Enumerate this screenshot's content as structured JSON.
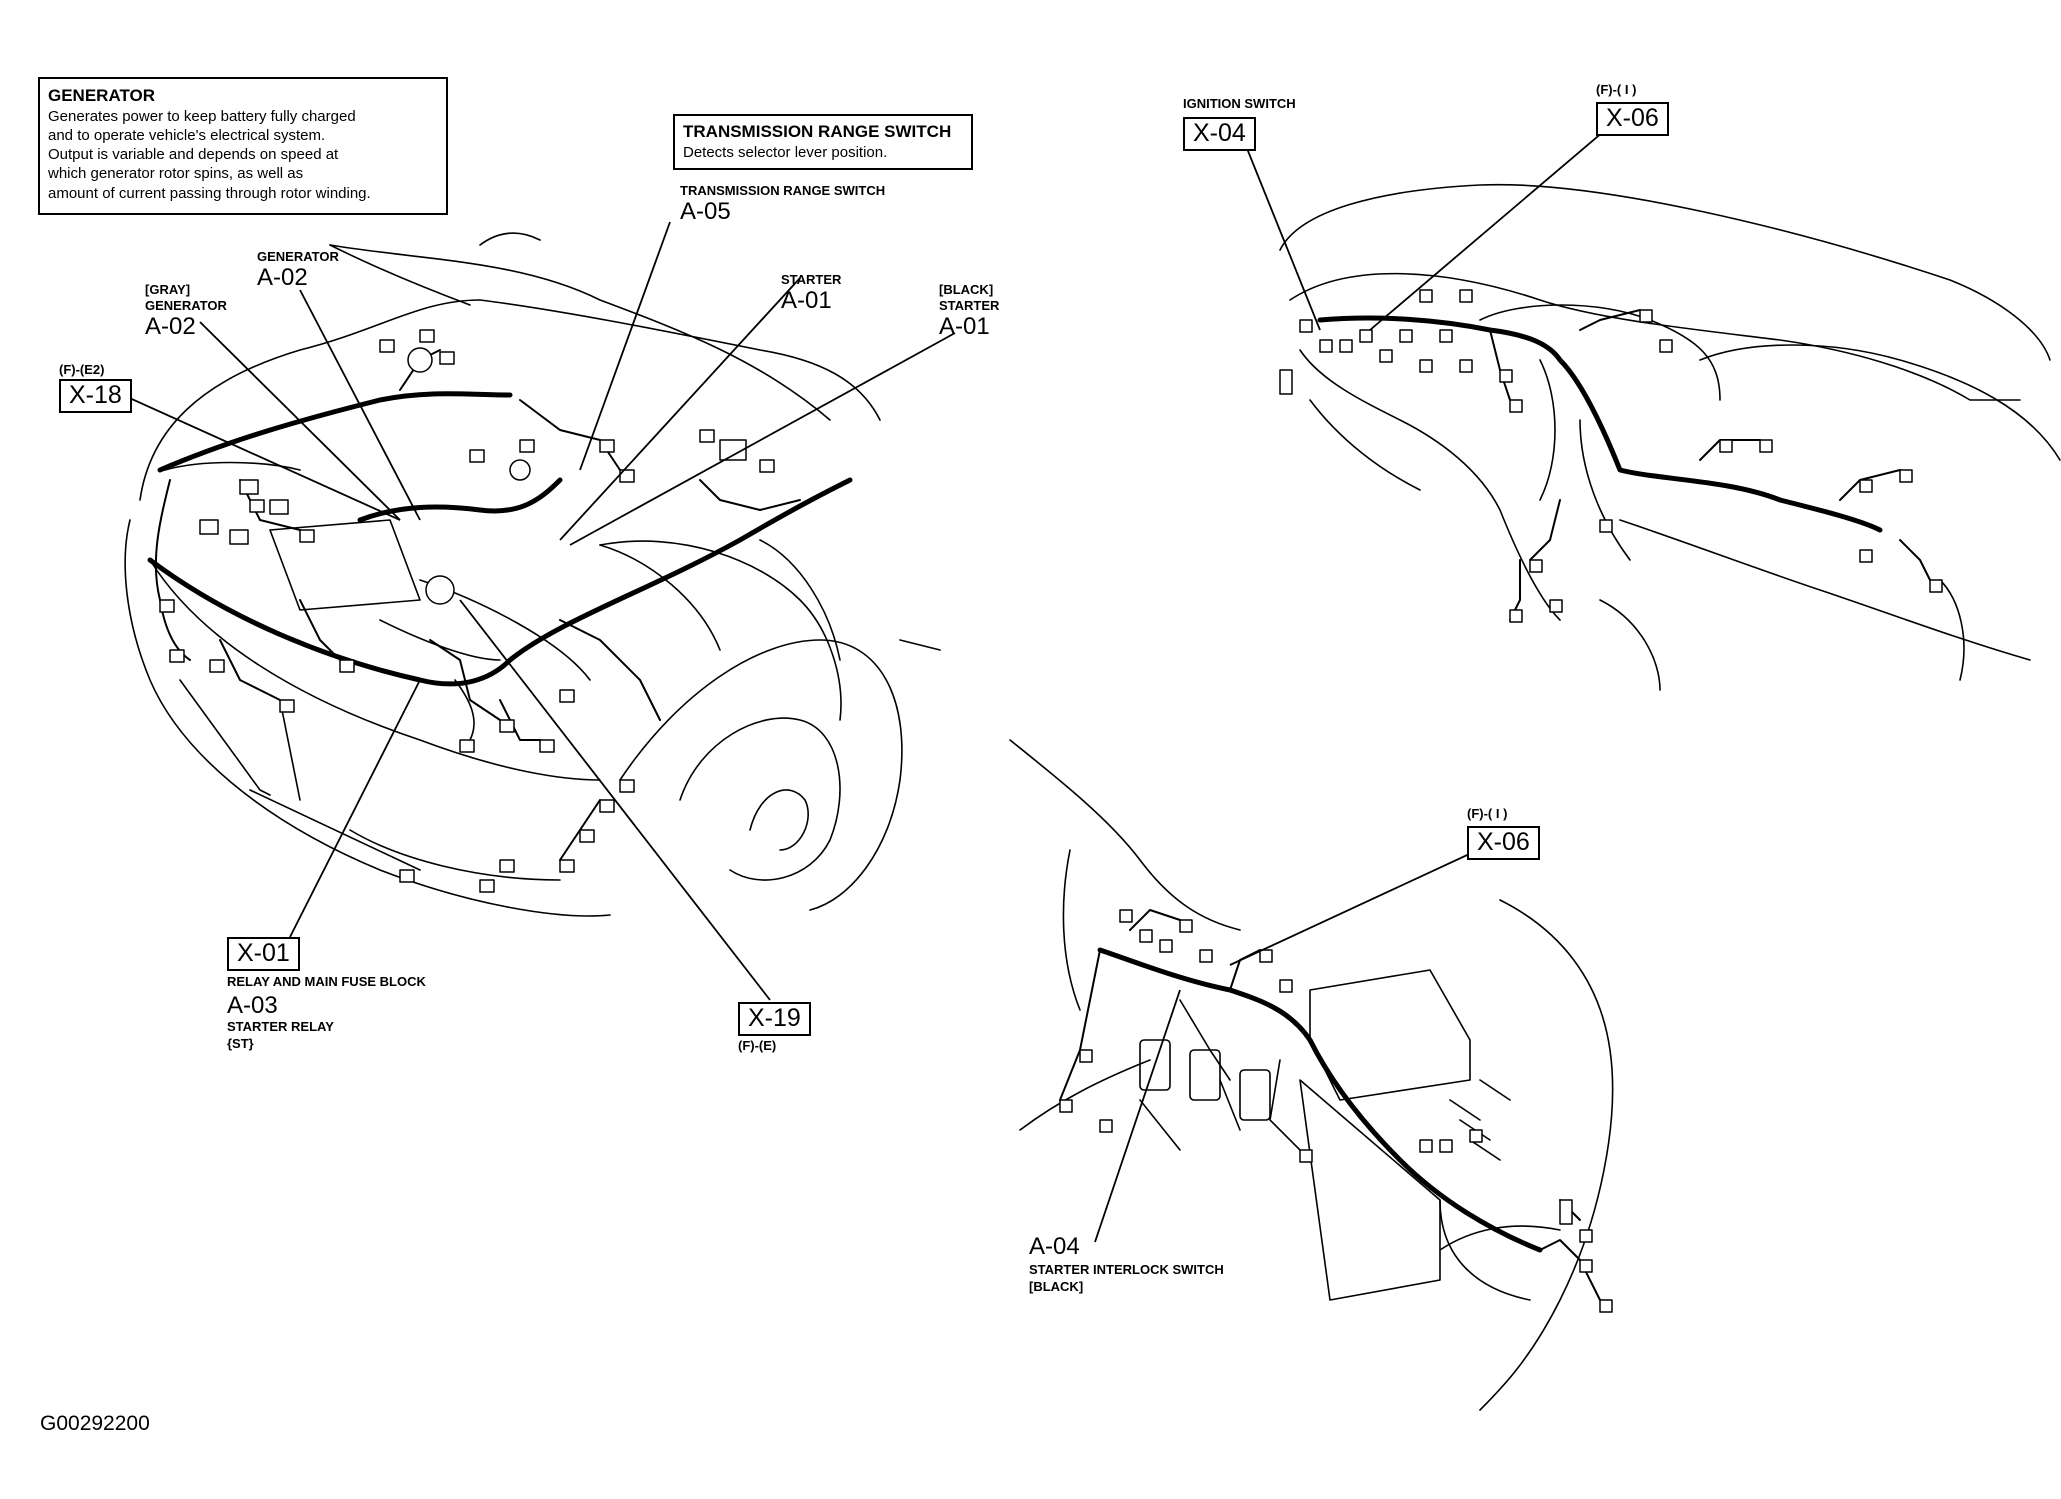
{
  "generator_box": {
    "title": "GENERATOR",
    "lines": [
      "Generates power to keep battery fully charged",
      "and to operate vehicle's electrical system.",
      "Output is variable and depends on speed at",
      "which generator rotor spins, as well as",
      "amount of current passing through rotor winding."
    ]
  },
  "trs_box": {
    "title": "TRANSMISSION RANGE SWITCH",
    "desc": "Detects selector lever position."
  },
  "engine_bay": {
    "a05": {
      "name": "TRANSMISSION RANGE SWITCH",
      "code": "A-05"
    },
    "a02": {
      "name": "GENERATOR",
      "code": "A-02"
    },
    "a02_gray": {
      "note": "[GRAY]",
      "name": "GENERATOR",
      "code": "A-02"
    },
    "a01": {
      "name": "STARTER",
      "code": "A-01"
    },
    "a01_black": {
      "note": "[BLACK]",
      "name": "STARTER",
      "code": "A-01"
    },
    "x18": {
      "ref": "(F)-(E2)",
      "code": "X-18"
    },
    "x01": {
      "code": "X-01",
      "name": "RELAY AND MAIN FUSE BLOCK"
    },
    "a03": {
      "code": "A-03",
      "name": "STARTER RELAY",
      "note": "{ST}"
    },
    "x19": {
      "code": "X-19",
      "ref": "(F)-(E)"
    }
  },
  "dashboard": {
    "ignition": {
      "name": "IGNITION SWITCH",
      "code": "X-04"
    },
    "x06": {
      "ref": "(F)-( I )",
      "code": "X-06"
    }
  },
  "pedal_area": {
    "x06": {
      "ref": "(F)-( I )",
      "code": "X-06"
    },
    "a04": {
      "code": "A-04",
      "name": "STARTER INTERLOCK SWITCH",
      "note": "[BLACK]"
    }
  },
  "figure_id": "G00292200"
}
